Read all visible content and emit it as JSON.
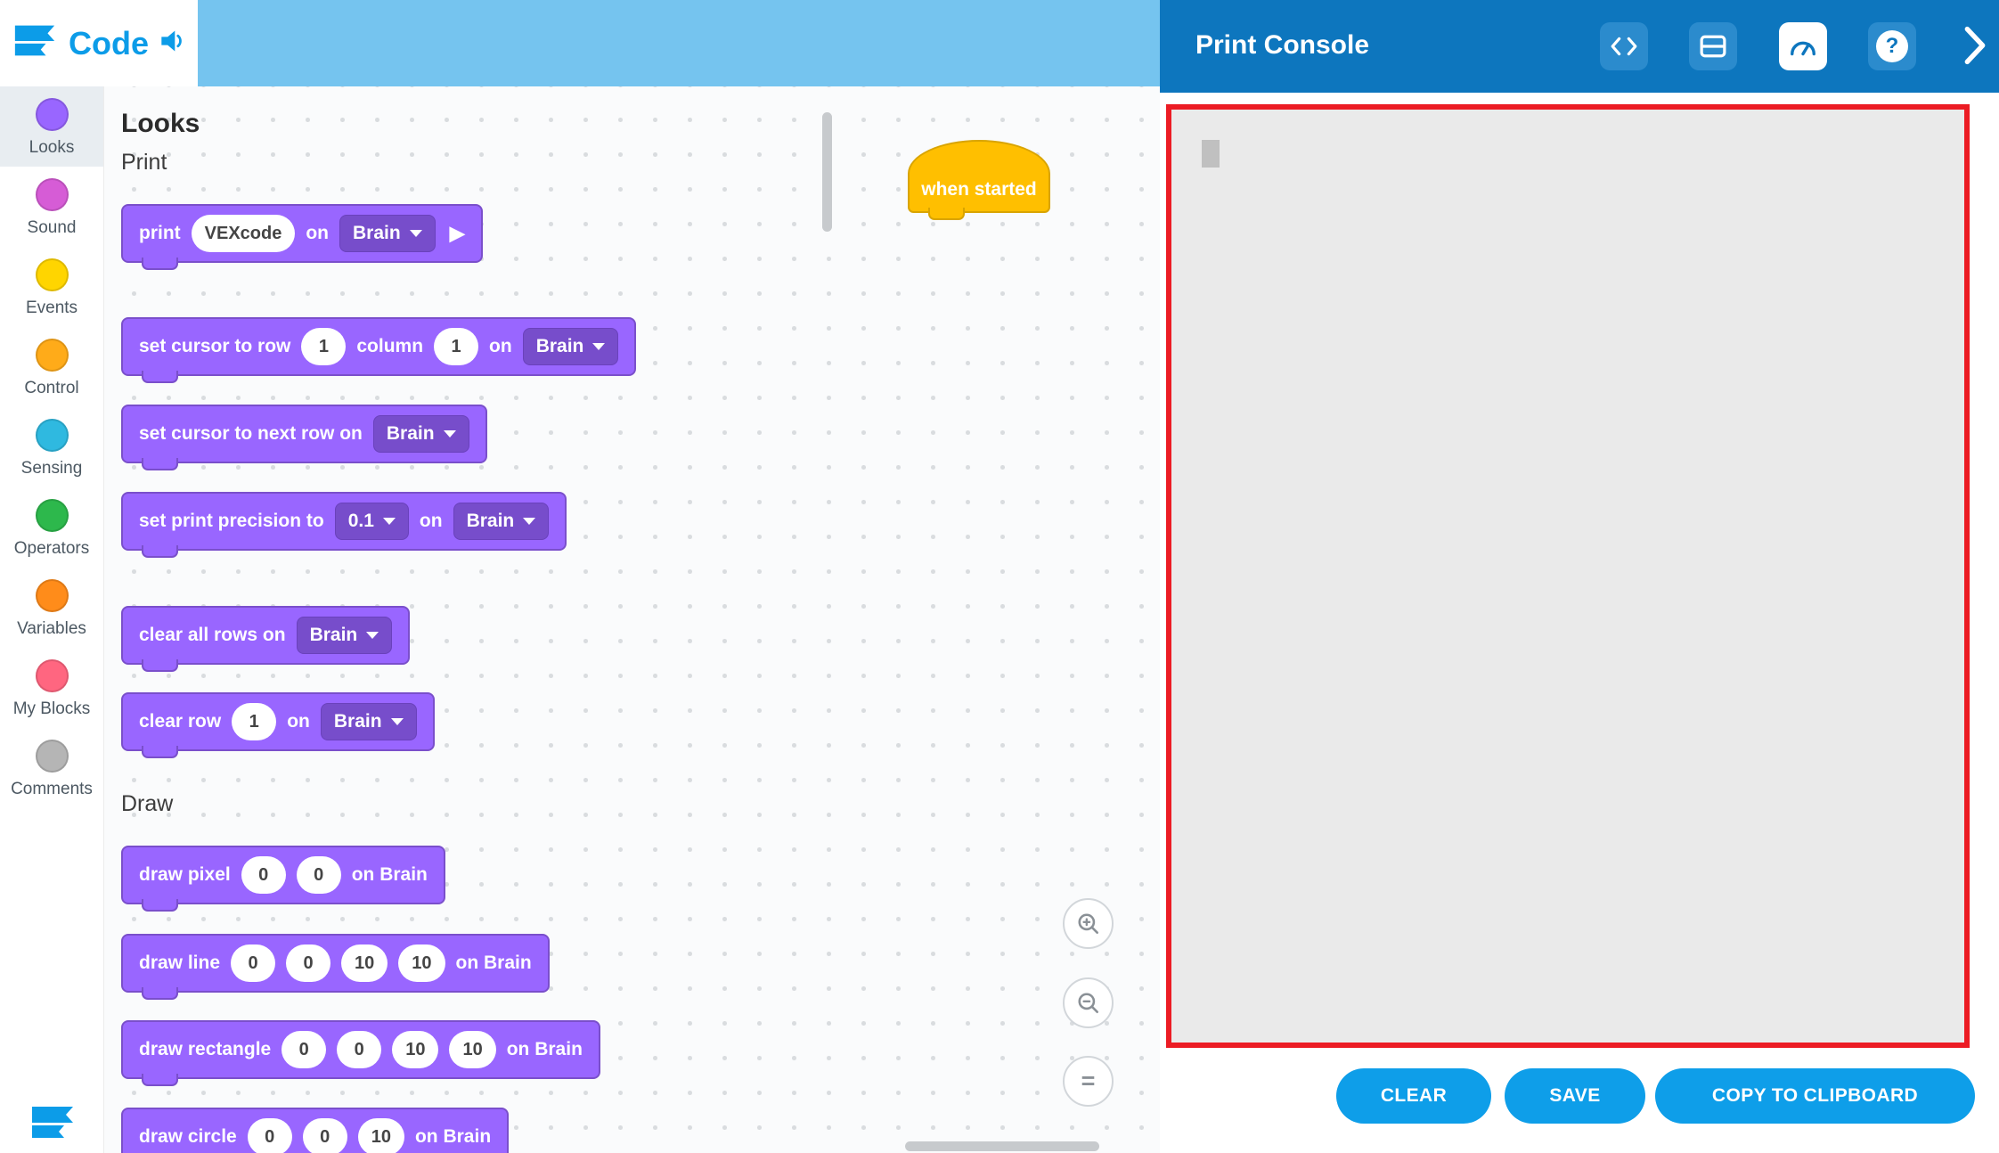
{
  "app": {
    "name": "Code"
  },
  "sidebar": {
    "categories": [
      {
        "label": "Looks",
        "color": "#9966FF",
        "selected": true
      },
      {
        "label": "Sound",
        "color": "#D65CD6",
        "selected": false
      },
      {
        "label": "Events",
        "color": "#FFD500",
        "selected": false
      },
      {
        "label": "Control",
        "color": "#FFAB19",
        "selected": false
      },
      {
        "label": "Sensing",
        "color": "#2FB9E0",
        "selected": false
      },
      {
        "label": "Operators",
        "color": "#2DB84C",
        "selected": false
      },
      {
        "label": "Variables",
        "color": "#FF8C1A",
        "selected": false
      },
      {
        "label": "My Blocks",
        "color": "#FF6680",
        "selected": false
      },
      {
        "label": "Comments",
        "color": "#B5B5B5",
        "selected": false
      }
    ]
  },
  "palette": {
    "heading": "Looks",
    "print_section": "Print",
    "draw_section": "Draw",
    "blocks": {
      "print": {
        "label": "print",
        "value": "VEXcode",
        "on": "on",
        "device": "Brain"
      },
      "set_cursor": {
        "label": "set cursor to row",
        "row": "1",
        "column_label": "column",
        "column": "1",
        "on": "on",
        "device": "Brain"
      },
      "set_cursor_next": {
        "label": "set cursor to next row on",
        "device": "Brain"
      },
      "set_precision": {
        "label": "set print precision to",
        "value": "0.1",
        "on": "on",
        "device": "Brain"
      },
      "clear_all": {
        "label": "clear all rows on",
        "device": "Brain"
      },
      "clear_row": {
        "label": "clear row",
        "row": "1",
        "on": "on",
        "device": "Brain"
      },
      "draw_pixel": {
        "label": "draw pixel",
        "v1": "0",
        "v2": "0",
        "suffix": "on Brain"
      },
      "draw_line": {
        "label": "draw line",
        "v1": "0",
        "v2": "0",
        "v3": "10",
        "v4": "10",
        "suffix": "on Brain"
      },
      "draw_rectangle": {
        "label": "draw rectangle",
        "v1": "0",
        "v2": "0",
        "v3": "10",
        "v4": "10",
        "suffix": "on Brain"
      },
      "draw_circle": {
        "label": "draw circle",
        "v1": "0",
        "v2": "0",
        "v3": "10",
        "suffix": "on Brain"
      }
    }
  },
  "canvas": {
    "hat_label": "when started"
  },
  "icons": {
    "play": "▶",
    "zoom_reset": "=",
    "help": "?"
  },
  "console": {
    "title": "Print Console",
    "buttons": {
      "clear": "CLEAR",
      "save": "SAVE",
      "copy": "COPY TO CLIPBOARD"
    }
  },
  "colors": {
    "block_purple": "#9966FF",
    "block_purple_dark": "#774DCB",
    "hat_orange": "#FFBF00",
    "topbar_blue": "#75C4EF",
    "panel_header_blue": "#0D76BE",
    "action_button_blue": "#0E9EE9",
    "highlight_red": "#EC1C24",
    "console_gray": "#EAEAEA"
  }
}
